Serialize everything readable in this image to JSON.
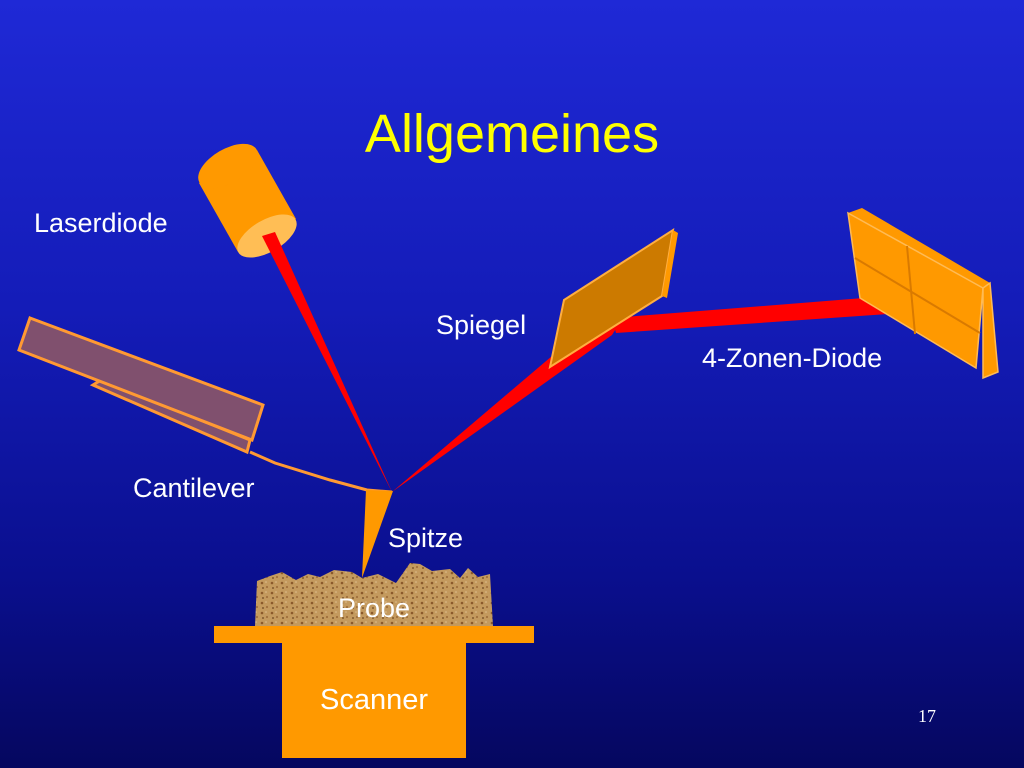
{
  "slide": {
    "title": "Allgemeines",
    "page_number": "17"
  },
  "labels": {
    "laserdiode": "Laserdiode",
    "spiegel": "Spiegel",
    "diode": "4-Zonen-Diode",
    "cantilever": "Cantilever",
    "spitze": "Spitze",
    "probe": "Probe",
    "scanner": "Scanner"
  },
  "colors": {
    "background": "#141cb8",
    "title": "#ffff00",
    "component_orange": "#ff9900",
    "laser_beam": "#ff0000",
    "cantilever_holder": "#80506e"
  }
}
